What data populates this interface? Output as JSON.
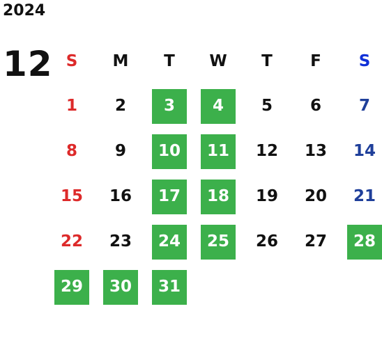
{
  "year": "2024",
  "month": "12",
  "weekdays": [
    "S",
    "M",
    "T",
    "W",
    "T",
    "F",
    "S"
  ],
  "weeks": [
    [
      "",
      "",
      "",
      "",
      "",
      "",
      ""
    ],
    [
      "1",
      "2",
      "3",
      "4",
      "5",
      "6",
      "7"
    ],
    [
      "8",
      "9",
      "10",
      "11",
      "12",
      "13",
      "14"
    ],
    [
      "15",
      "16",
      "17",
      "18",
      "19",
      "20",
      "21"
    ],
    [
      "22",
      "23",
      "24",
      "25",
      "26",
      "27",
      "28"
    ],
    [
      "29",
      "30",
      "31",
      "",
      "",
      "",
      ""
    ]
  ],
  "highlighted_days": [
    "3",
    "4",
    "10",
    "11",
    "17",
    "18",
    "24",
    "25",
    "28",
    "29",
    "30",
    "31"
  ],
  "colors": {
    "highlight": "#3cb04b",
    "sunday": "#dd2a2a",
    "saturday": "#1f3f9a",
    "saturday_header": "#1030d8"
  }
}
